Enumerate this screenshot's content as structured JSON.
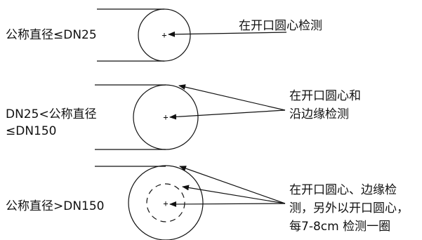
{
  "rows": [
    {
      "condition_lines": [
        "公称直径≤DN25"
      ],
      "instruction_lines": [
        "在开口圆心检测"
      ]
    },
    {
      "condition_lines": [
        "DN25<公称直径",
        "≤DN150"
      ],
      "instruction_lines": [
        "在开口圆心和",
        "沿边缘检测"
      ]
    },
    {
      "condition_lines": [
        "公称直径>DN150"
      ],
      "instruction_lines": [
        "在开口圆心、边缘检",
        "测，另外以开口圆心，",
        "每7-8cm 检测一圈"
      ]
    }
  ],
  "center_mark": "+"
}
